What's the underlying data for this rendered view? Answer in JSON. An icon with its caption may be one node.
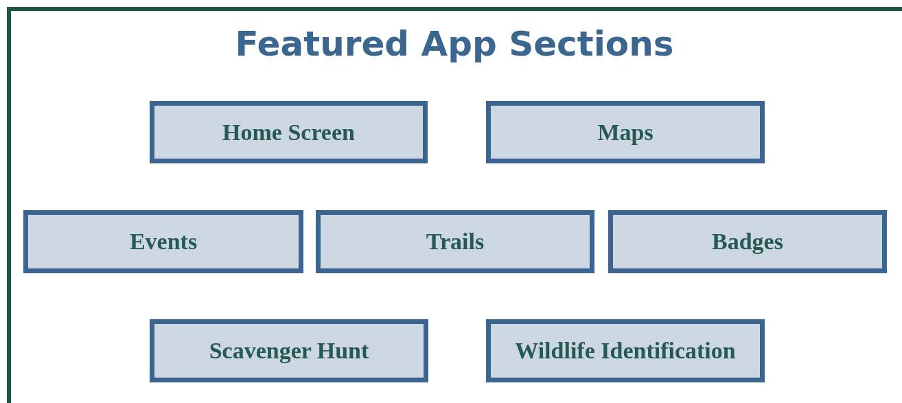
{
  "diagram": {
    "title": "Featured App Sections",
    "nodes": [
      {
        "text": [
          "Home Screen"
        ]
      },
      {
        "text": [
          "Maps"
        ]
      },
      {
        "text": [
          "Events"
        ]
      },
      {
        "text": [
          "Trails"
        ]
      },
      {
        "text": [
          "Badges"
        ]
      },
      {
        "text": [
          "Scavenger Hunt"
        ]
      },
      {
        "text": [
          "Wildlife Identification"
        ]
      }
    ]
  }
}
